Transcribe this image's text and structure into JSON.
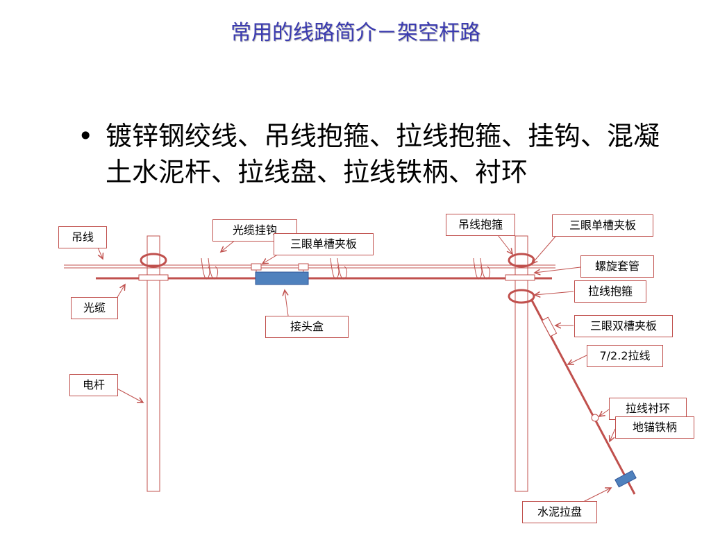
{
  "title": "常用的线路简介－架空杆路",
  "bullet": {
    "marker": "•",
    "text": "镀锌钢绞线、吊线抱箍、拉线抱箍、挂钩、混凝土水泥杆、拉线盘、拉线铁柄、衬环"
  },
  "labels": {
    "diaoxian": "吊线",
    "guanglan_guagou": "光缆挂钩",
    "sanyan_dancao_1": "三眼单槽夹板",
    "diaoxian_baogu": "吊线抱箍",
    "sanyan_dancao_2": "三眼单槽夹板",
    "luoxuan_taoguan": "螺旋套管",
    "laxian_baogu": "拉线抱箍",
    "guanglan": "光缆",
    "jietouhe": "接头盒",
    "sanyan_shuangcao": "三眼双槽夹板",
    "laxian_spec": "7/2.2拉线",
    "dianggan": "电杆",
    "laxian_chenhuan": "拉线衬环",
    "dimao_tiebing": "地锚铁柄",
    "shuini_lapan": "水泥拉盘"
  },
  "colors": {
    "title": "#3b3bb0",
    "line": "#c0504d",
    "splice_box": "#4f81bd"
  }
}
